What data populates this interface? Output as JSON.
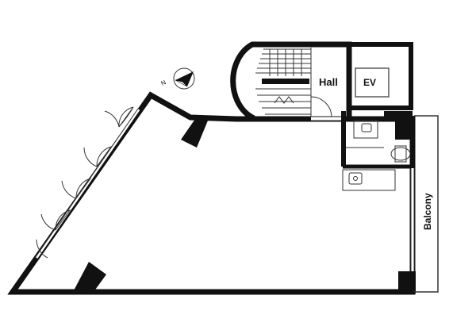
{
  "floor_plan": {
    "labels": {
      "hall": "Hall",
      "ev": "EV",
      "balcony": "Balcony"
    },
    "compass": {
      "north_letter": "N"
    },
    "colors": {
      "wall": "#111111",
      "line": "#222222",
      "background": "#ffffff"
    }
  }
}
